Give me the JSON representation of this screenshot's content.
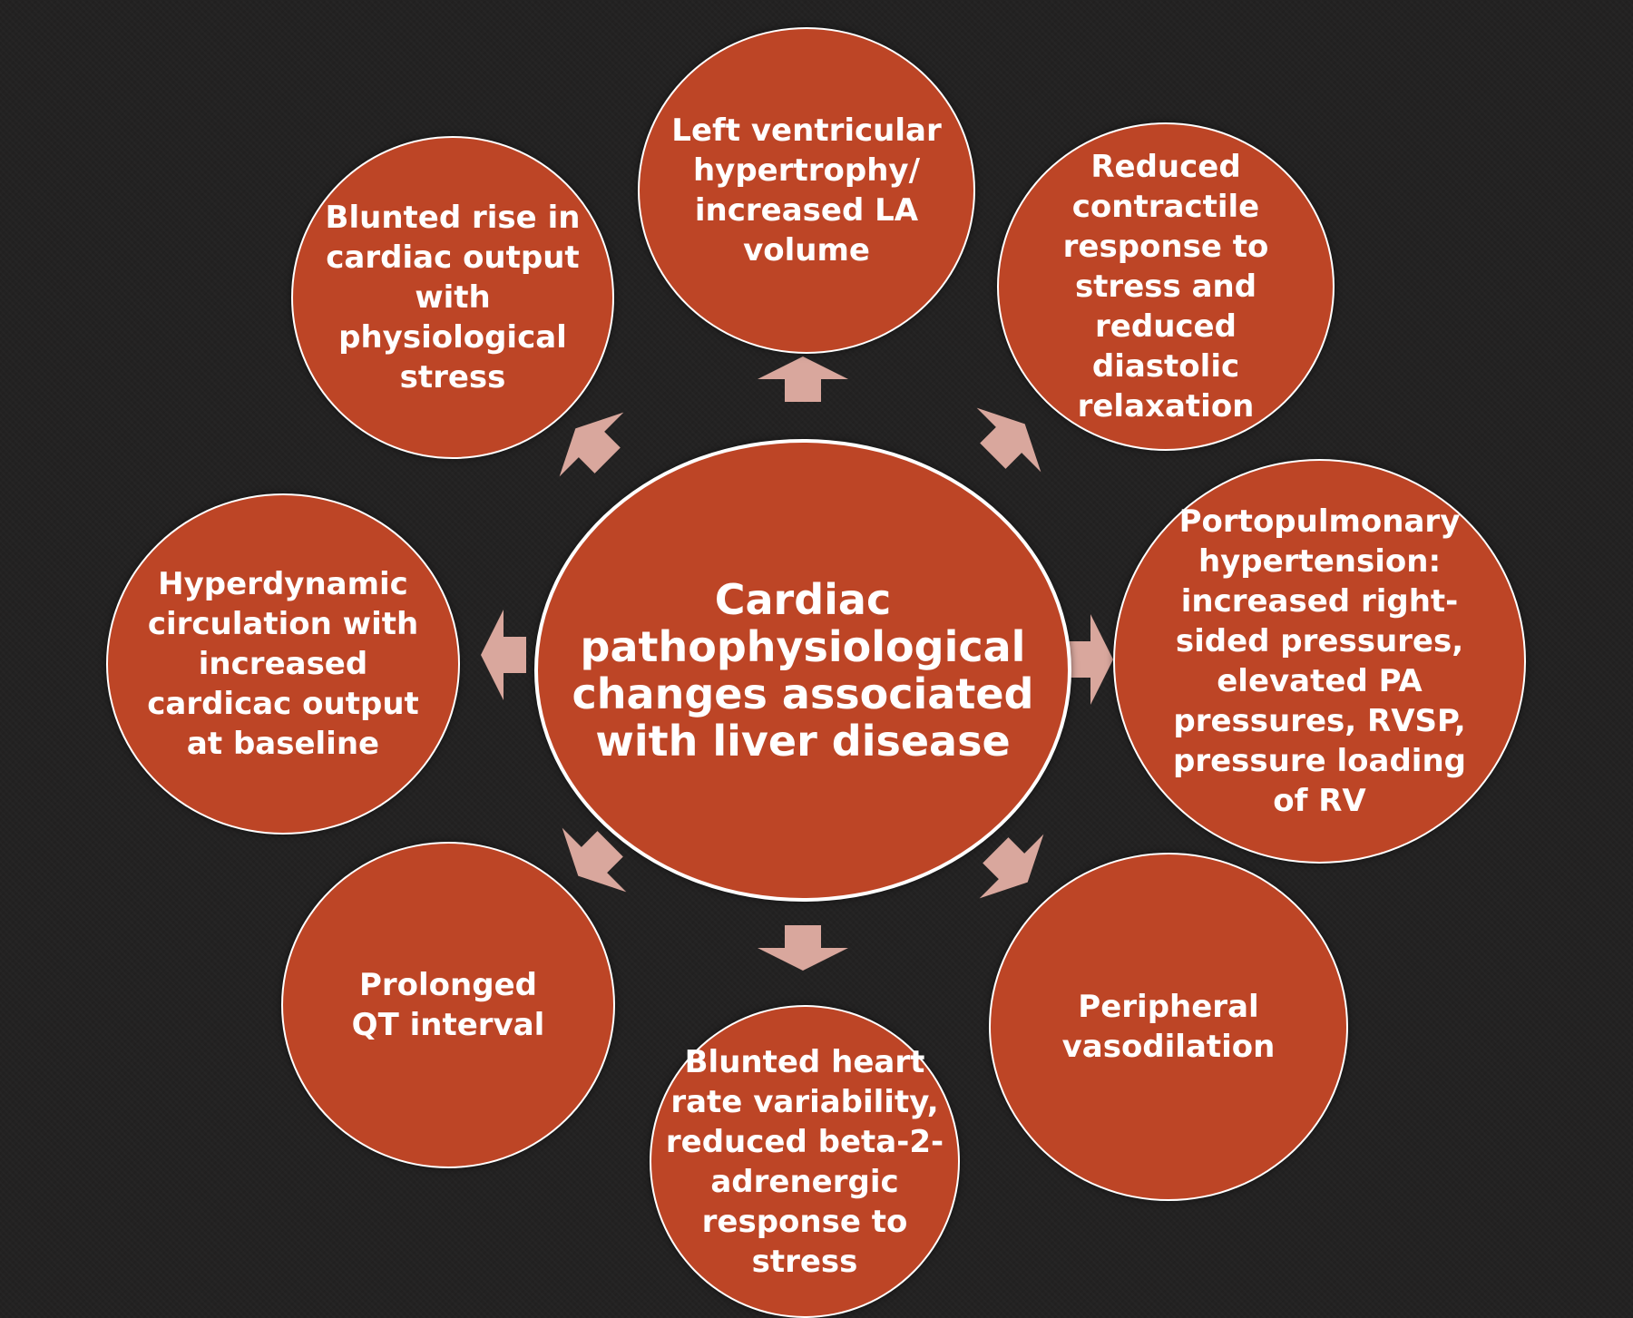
{
  "diagram": {
    "center": {
      "text": "Cardiac\npathophysiological\nchanges associated\nwith liver disease"
    },
    "nodes": [
      {
        "text": "Left ventricular\nhypertrophy/\nincreased LA\nvolume"
      },
      {
        "text": "Reduced\ncontractile\nresponse to\nstress and\nreduced\ndiastolic\nrelaxation"
      },
      {
        "text": "Portopulmonary\nhypertension:\nincreased right-\nsided pressures,\nelevated PA\npressures, RVSP,\npressure loading\nof RV"
      },
      {
        "text": "Peripheral\nvasodilation"
      },
      {
        "text": "Blunted heart\nrate variability,\nreduced beta-2-\nadrenergic\nresponse to\nstress"
      },
      {
        "text": "Prolonged\nQT interval"
      },
      {
        "text": "Hyperdynamic\ncirculation with\nincreased\ncardicac output\nat baseline"
      },
      {
        "text": "Blunted rise in\ncardiac output\nwith\nphysiological\nstress"
      }
    ],
    "colors": {
      "background": "#232222",
      "node_fill": "#bd4526",
      "node_border": "#ffffff",
      "arrow": "#d9a79d",
      "text": "#ffffff"
    }
  }
}
